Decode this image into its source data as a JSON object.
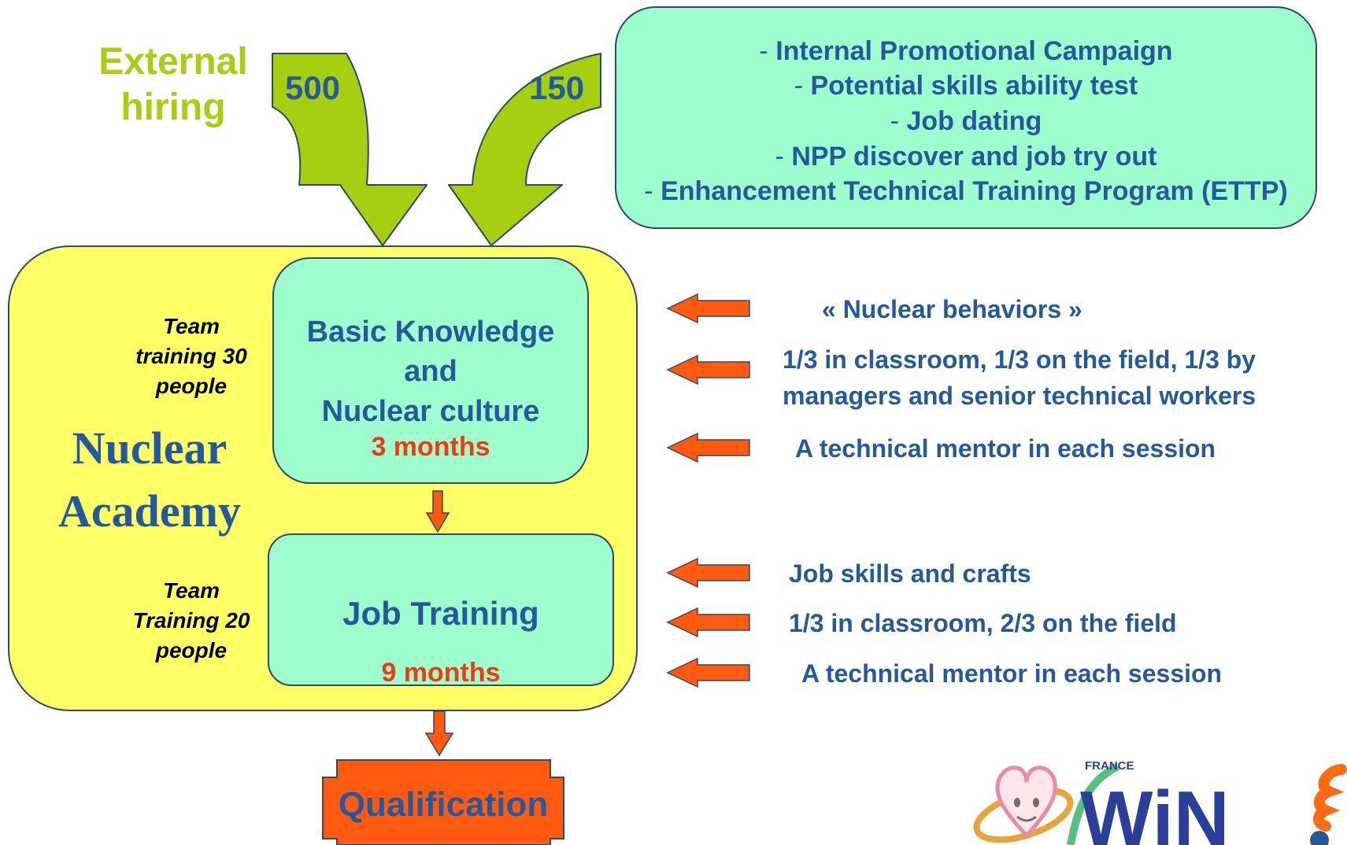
{
  "external_hiring": {
    "label": "External hiring",
    "count": "500"
  },
  "internal_count": "150",
  "internal_box": {
    "items": [
      "Internal Promotional Campaign",
      "Potential skills ability test",
      "Job dating",
      "NPP discover and job try out",
      "Enhancement Technical Training Program (ETTP)"
    ]
  },
  "academy": {
    "title_line1": "Nuclear",
    "title_line2": "Academy",
    "basic": {
      "line1": "Basic Knowledge",
      "line2": "and",
      "line3": "Nuclear culture",
      "duration": "3 months",
      "team_line1": "Team",
      "team_line2": "training 30",
      "team_line3": "people"
    },
    "job": {
      "title": "Job Training",
      "duration": "9 months",
      "team_line1": "Team",
      "team_line2": "Training 20",
      "team_line3": "people"
    }
  },
  "notes_basic": {
    "n1": "« Nuclear behaviors »",
    "n2_line1": "1/3 in classroom, 1/3 on the field, 1/3 by",
    "n2_line2": "managers and senior technical workers",
    "n3": "A technical mentor in each session"
  },
  "notes_job": {
    "n1": "Job skills and crafts",
    "n2": "1/3 in classroom, 2/3 on the field",
    "n3": "A technical mentor in each session"
  },
  "qualification": "Qualification",
  "logo": {
    "top_text": "FRANCE",
    "main_text": "WiN"
  },
  "colors": {
    "lime": "#a6cf12",
    "mint": "#9dfdcc",
    "yellow": "#ffff66",
    "blue_text": "#24599e",
    "red_text": "#f03a14",
    "orange": "#ff5a0f"
  }
}
